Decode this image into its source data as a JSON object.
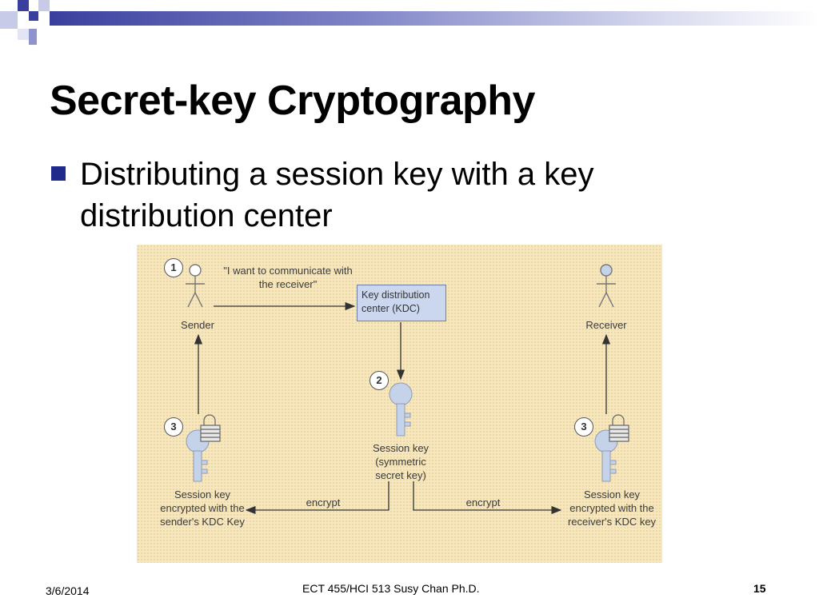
{
  "slide": {
    "title": "Secret-key Cryptography",
    "bullet": "Distributing a session key with a key distribution center"
  },
  "diagram": {
    "steps": [
      "1",
      "2",
      "3",
      "3"
    ],
    "message": "\"I want to communicate with the receiver\"",
    "kdc_label": "Key distribution center (KDC)",
    "sender_label": "Sender",
    "receiver_label": "Receiver",
    "session_key_label": "Session key (symmetric secret key)",
    "encrypt_left": "encrypt",
    "encrypt_right": "encrypt",
    "sender_key_label": "Session key encrypted with the sender's KDC Key",
    "receiver_key_label": "Session key encrypted with the receiver's KDC key",
    "icons": [
      "person-icon",
      "key-icon",
      "padlock-icon",
      "arrow-icon"
    ]
  },
  "footer": {
    "date": "3/6/2014",
    "course": "ECT 455/HCI 513 Susy Chan Ph.D.",
    "page": "15"
  },
  "colors": {
    "accent": "#1f2a8a",
    "figure_background": "#f6e7bf",
    "kdc_box": "#cbd7ee",
    "key": "#c5d3ea"
  }
}
